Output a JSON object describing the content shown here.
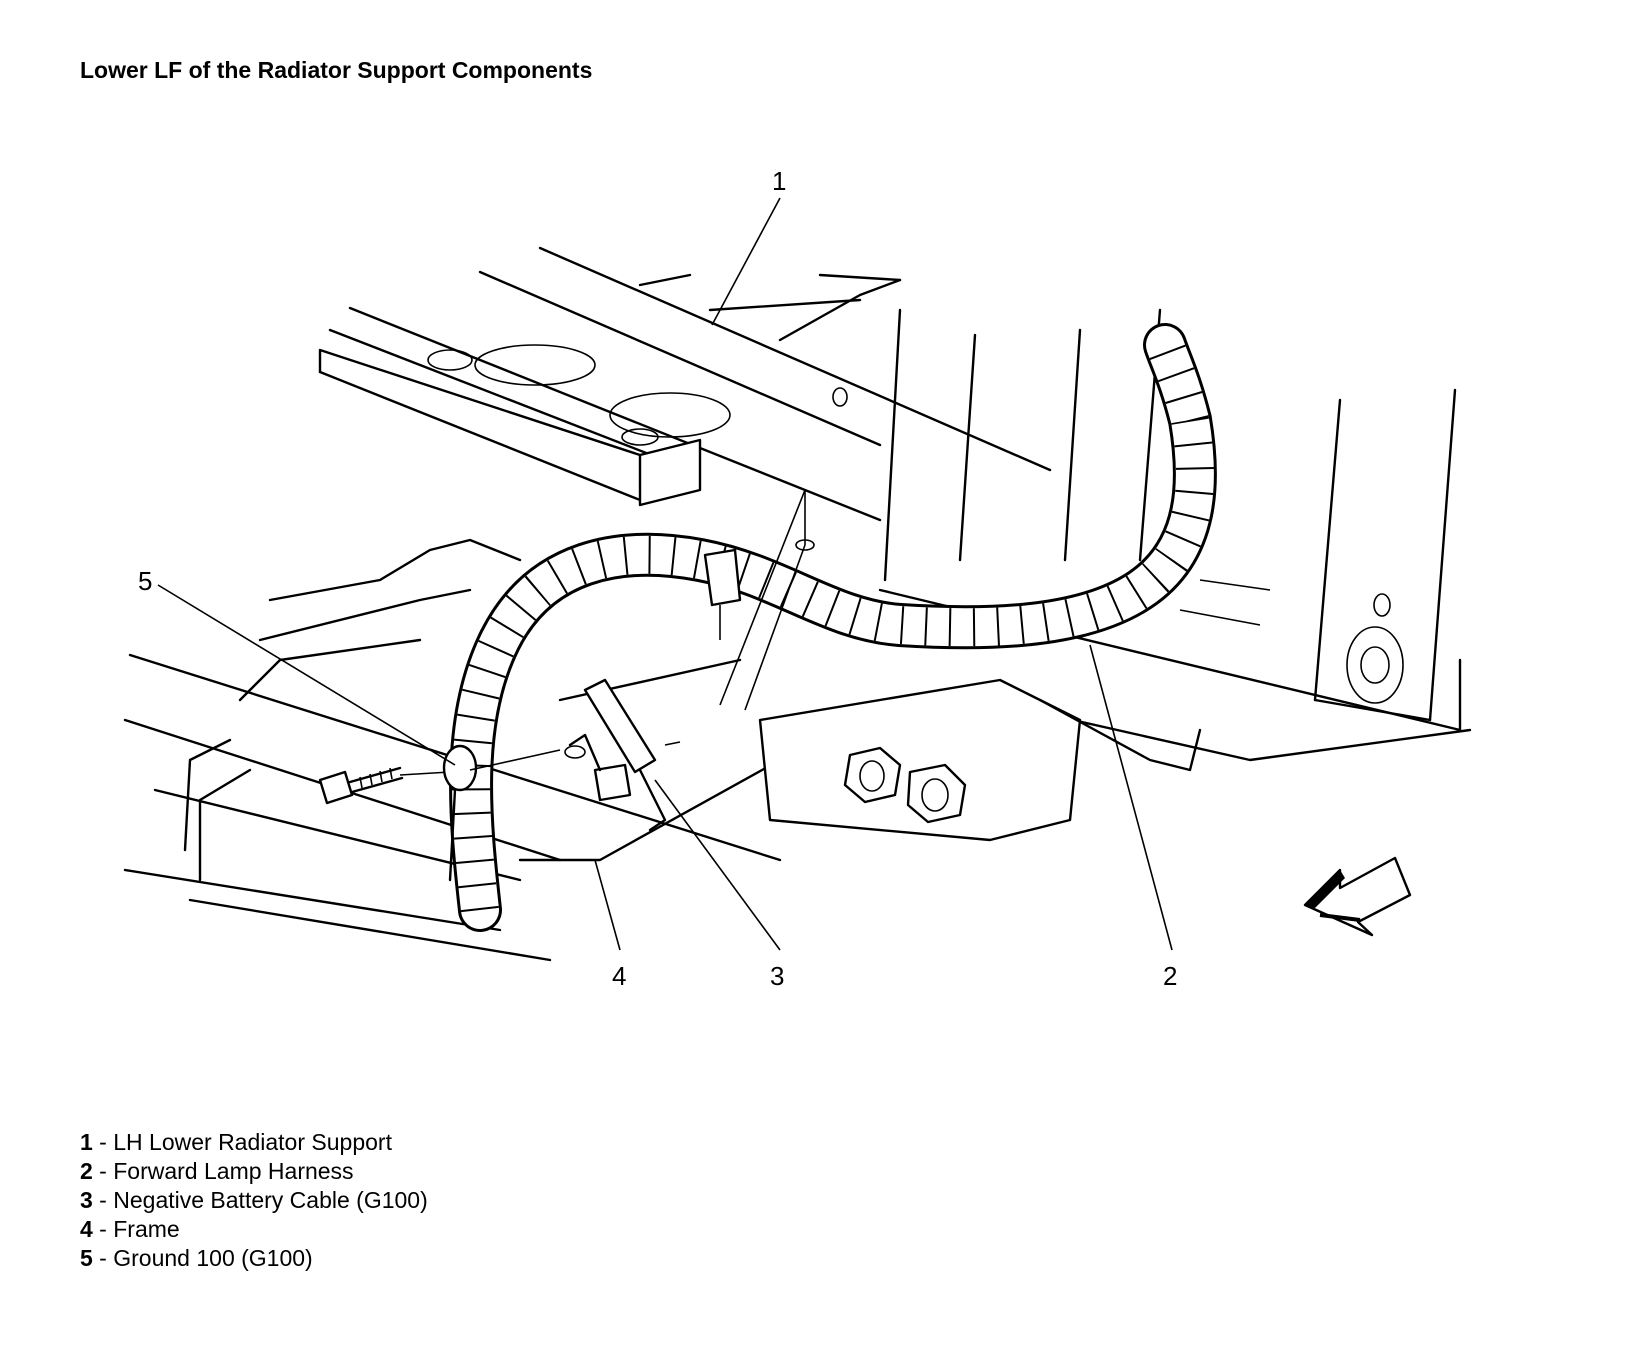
{
  "title": "Lower LF of the Radiator Support Components",
  "callouts": [
    {
      "id": "1",
      "text": "1"
    },
    {
      "id": "2",
      "text": "2"
    },
    {
      "id": "3",
      "text": "3"
    },
    {
      "id": "4",
      "text": "4"
    },
    {
      "id": "5",
      "text": "5"
    }
  ],
  "legend": [
    {
      "num": "1",
      "sep": " - ",
      "label": "LH Lower Radiator Support"
    },
    {
      "num": "2",
      "sep": " - ",
      "label": "Forward Lamp Harness"
    },
    {
      "num": "3",
      "sep": " - ",
      "label": "Negative Battery Cable (G100)"
    },
    {
      "num": "4",
      "sep": " - ",
      "label": "Frame"
    },
    {
      "num": "5",
      "sep": " - ",
      "label": "Ground 100 (G100)"
    }
  ],
  "colors": {
    "ink": "#000000",
    "paper": "#ffffff"
  },
  "icons": [
    "direction-arrow-icon"
  ]
}
